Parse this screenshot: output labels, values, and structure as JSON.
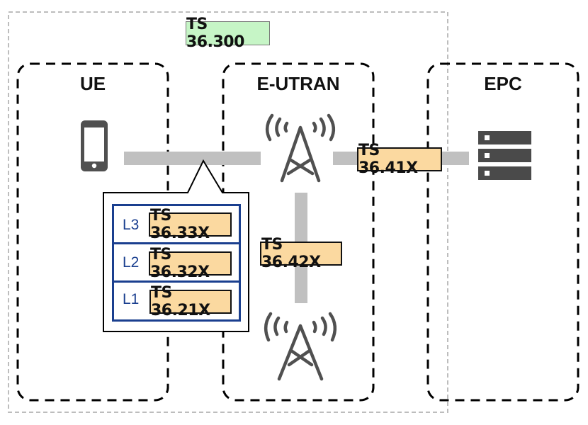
{
  "scope_label": "TS 36.300",
  "domains": [
    {
      "id": "ue",
      "title": "UE",
      "icon": "smartphone-icon"
    },
    {
      "id": "eutran",
      "title": "E-UTRAN",
      "icon": "cell-tower-icon"
    },
    {
      "id": "epc",
      "title": "EPC",
      "icon": "server-rack-icon"
    }
  ],
  "interfaces": {
    "s1": "TS 36.41X",
    "x2": "TS 36.42X"
  },
  "protocol_stack": [
    {
      "layer": "L3",
      "spec": "TS 36.33X"
    },
    {
      "layer": "L2",
      "spec": "TS 36.32X"
    },
    {
      "layer": "L1",
      "spec": "TS 36.21X"
    }
  ],
  "colors": {
    "scope_fill": "#c6f5c6",
    "spec_fill": "#fbd9a0",
    "link": "#c0c0c0",
    "icon": "#505050",
    "stack_border": "#1a3f8f"
  }
}
